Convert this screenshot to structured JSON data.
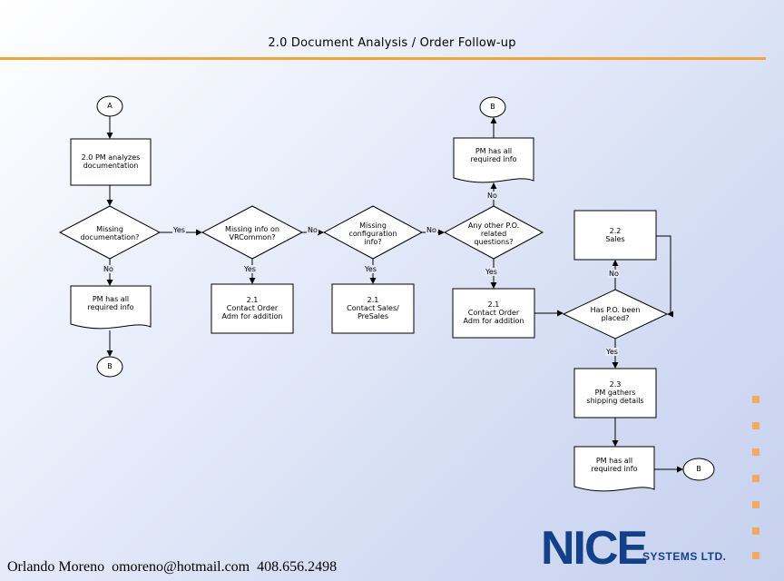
{
  "title": "2.0 Document Analysis / Order Follow-up",
  "nodes": {
    "a": "A",
    "pm_analyzes": "2.0 PM analyzes\ndocumentation",
    "missing_doc": "Missing\ndocumentation?",
    "missing_vrc": "Missing info on\nVRCommon?",
    "missing_config": "Missing\nconfiguration\ninfo?",
    "other_po": "Any other P.O.\nrelated\nquestions?",
    "pm_all_1": "PM has all\nrequired info",
    "b_1": "B",
    "contact_order_1": "2.1\nContact Order\nAdm for addition",
    "contact_sales": "2.1\nContact Sales/\nPreSales",
    "contact_order_2": "2.1\nContact Order\nAdm for addition",
    "pm_all_top": "PM has all\nrequired info",
    "b_top": "B",
    "sales": "2.2\nSales",
    "po_placed": "Has P.O. been\nplaced?",
    "pm_gathers": "2.3\nPM gathers\nshipping details",
    "pm_all_bottom": "PM has all\nrequired info",
    "b_bottom": "B"
  },
  "edges": {
    "yes_1": "Yes",
    "no_1": "No",
    "no_2": "No",
    "yes_2": "Yes",
    "no_3": "No",
    "yes_3": "Yes",
    "no_4": "No",
    "yes_4": "Yes",
    "no_5": "No",
    "yes_5": "Yes"
  },
  "footer": "Orlando Moreno  omoreno@hotmail.com  408.656.2498",
  "logo": {
    "main": "NICE",
    "sub": "SYSTEMS LTD."
  },
  "colors": {
    "accent": "#f2a33a",
    "brand": "#14408a",
    "squares": "#f4a860"
  }
}
